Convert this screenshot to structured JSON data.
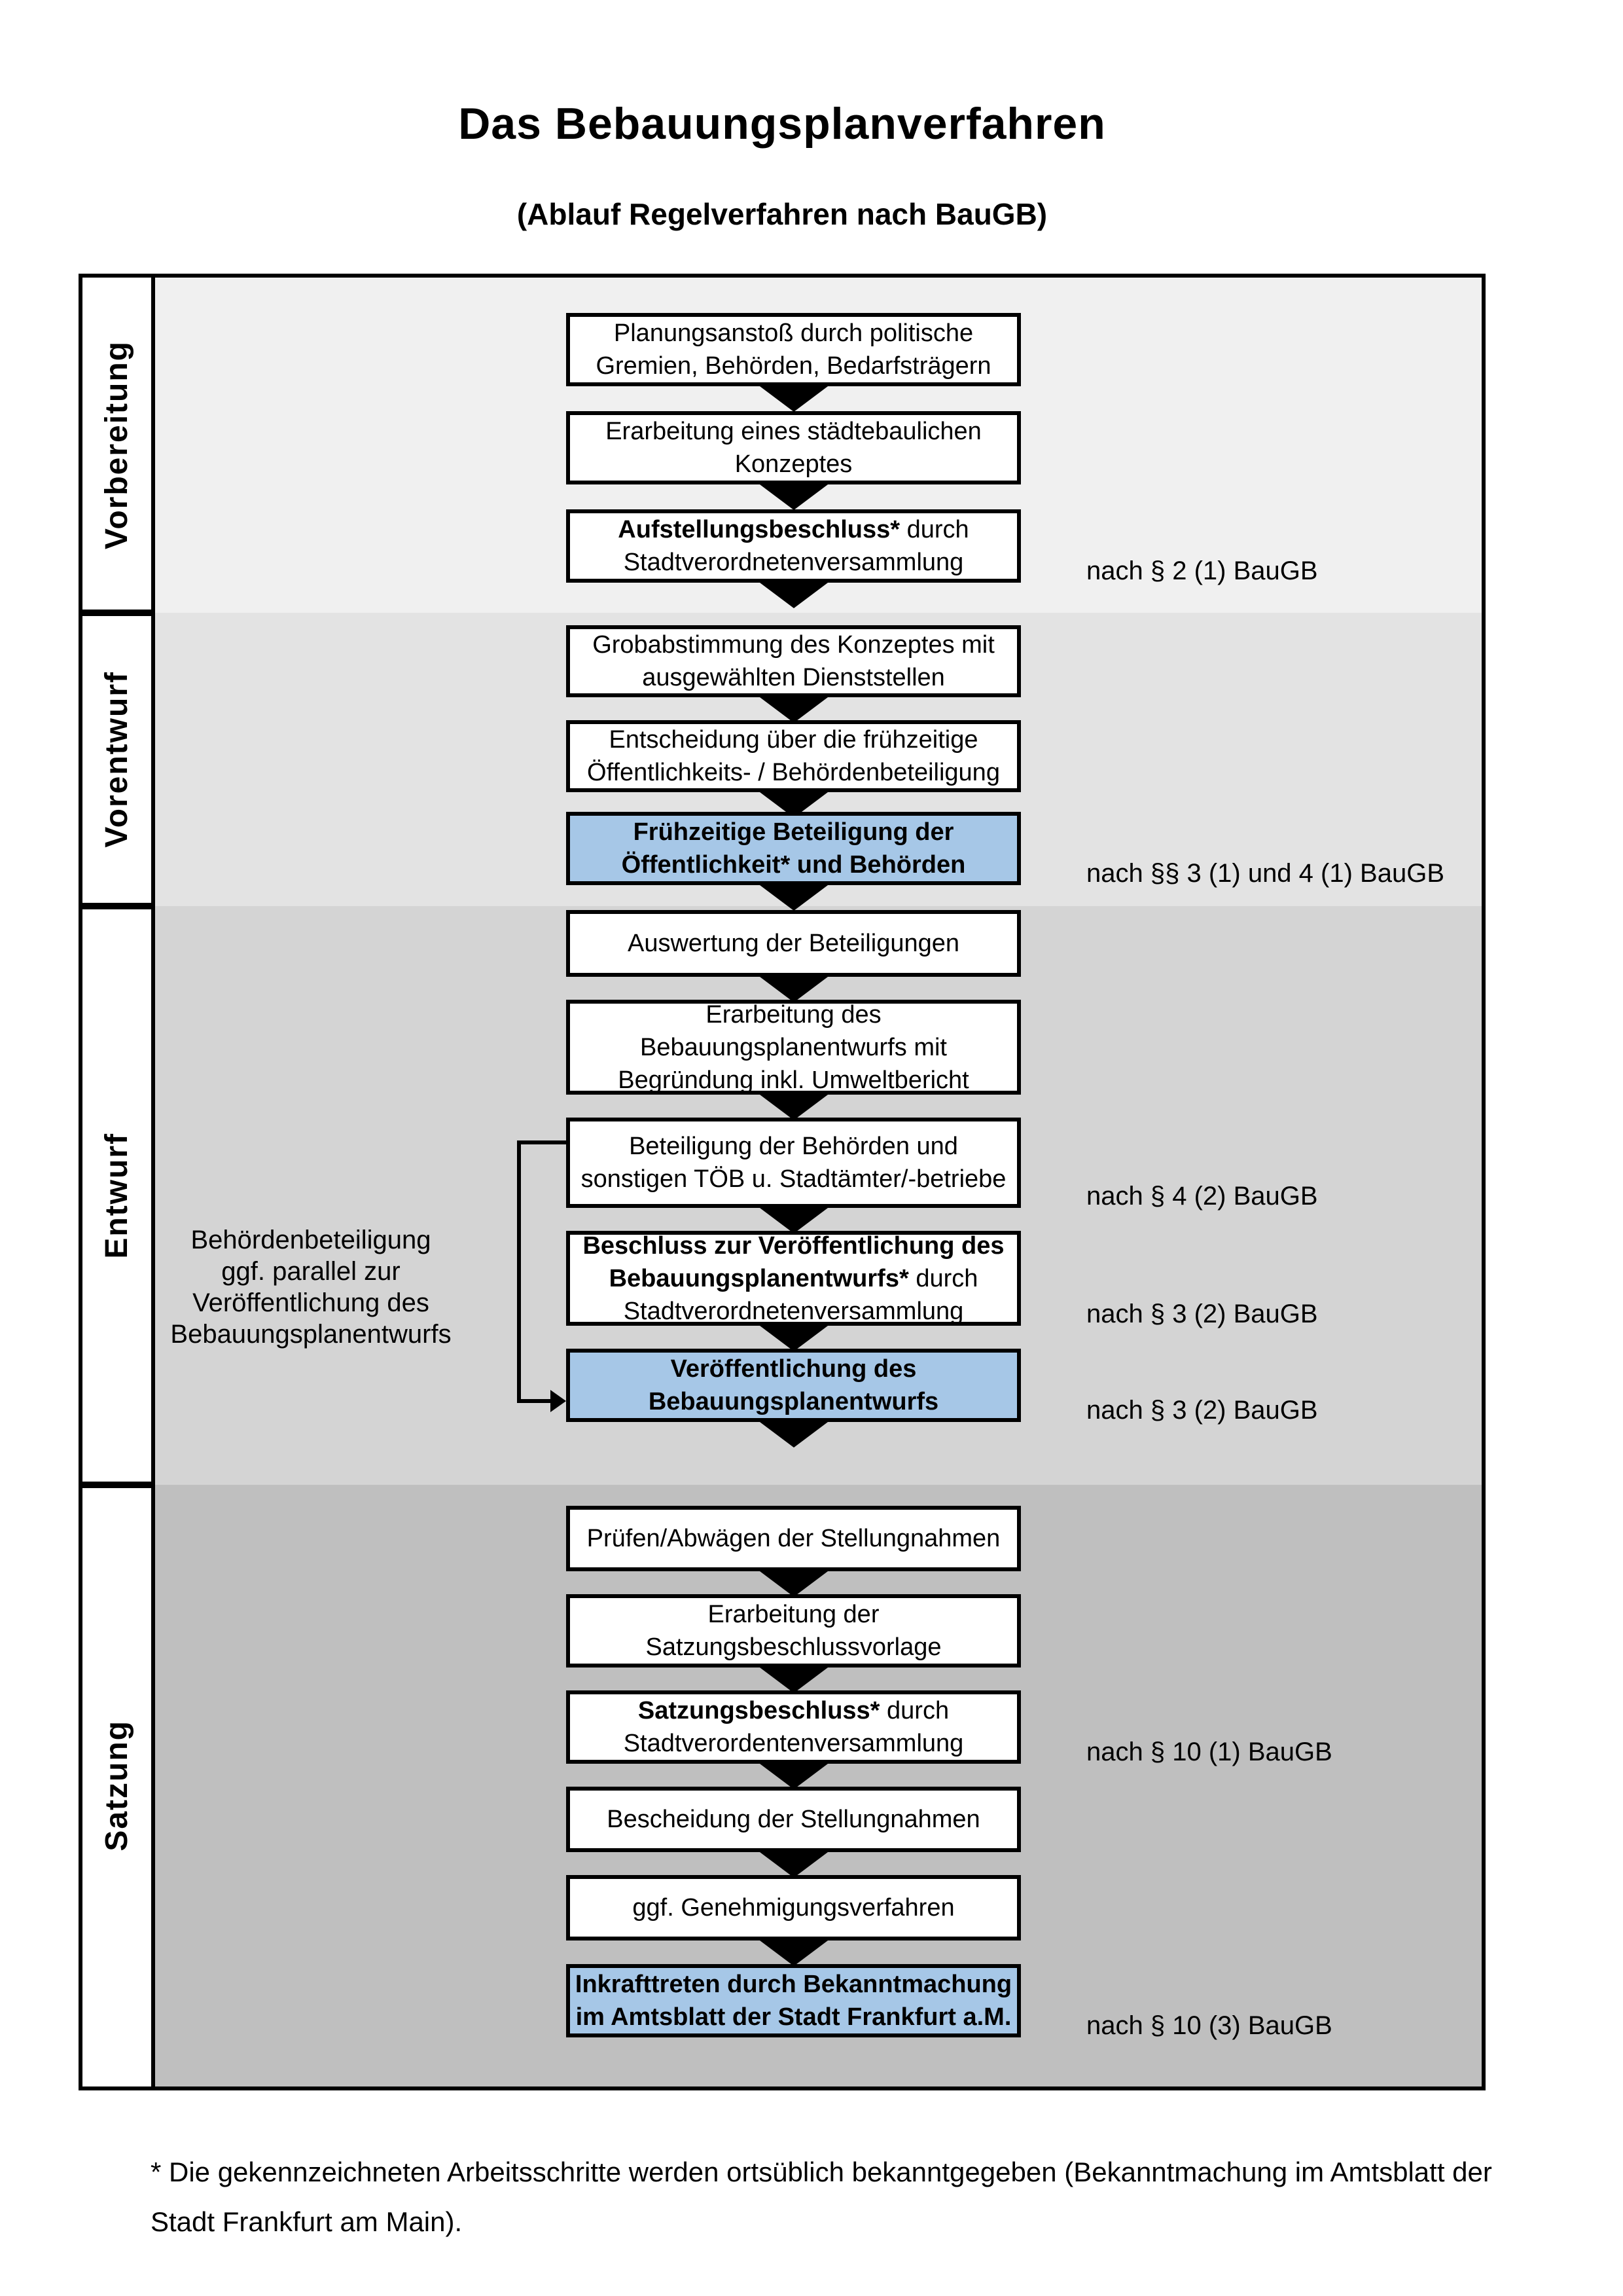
{
  "title": "Das Bebauungsplanverfahren",
  "subtitle": "(Ablauf Regelverfahren nach BauGB)",
  "footnote": "* Die gekennzeichneten Arbeitsschritte werden ortsüblich bekanntgegeben (Bekanntmachung im Amtsblatt  der Stadt Frankfurt am Main).",
  "colors": {
    "highlight_blue": "#a6c7e7",
    "phase1_bg": "#f0f0f0",
    "phase2_bg": "#e3e3e3",
    "phase3_bg": "#d4d4d4",
    "phase4_bg": "#bfbfbf",
    "line_black": "#000000"
  },
  "side_note": {
    "lines": [
      "Behördenbeteiligung",
      "ggf. parallel zur",
      "Veröffentlichung des",
      "Bebauungsplanentwurfs"
    ]
  },
  "phases": [
    {
      "label": "Vorbereitung",
      "steps": [
        {
          "id": "planungsanstoss",
          "highlight": false,
          "lines": [
            [
              {
                "text": "Planungsanstoß durch politische",
                "bold": false
              }
            ],
            [
              {
                "text": "Gremien, Behörden, Bedarfsträgern",
                "bold": false
              }
            ]
          ]
        },
        {
          "id": "staedtebauliches-konzept",
          "highlight": false,
          "lines": [
            [
              {
                "text": "Erarbeitung eines städtebaulichen",
                "bold": false
              }
            ],
            [
              {
                "text": "Konzeptes",
                "bold": false
              }
            ]
          ]
        },
        {
          "id": "aufstellungsbeschluss",
          "highlight": false,
          "note": "nach § 2 (1) BauGB",
          "lines": [
            [
              {
                "text": "Aufstellungsbeschluss*",
                "bold": true
              },
              {
                "text": " durch",
                "bold": false
              }
            ],
            [
              {
                "text": "Stadtverordnetenversammlung",
                "bold": false
              }
            ]
          ]
        }
      ]
    },
    {
      "label": "Vorentwurf",
      "steps": [
        {
          "id": "grobabstimmung",
          "highlight": false,
          "lines": [
            [
              {
                "text": "Grobabstimmung des Konzeptes mit",
                "bold": false
              }
            ],
            [
              {
                "text": "ausgewählten Dienststellen",
                "bold": false
              }
            ]
          ]
        },
        {
          "id": "entscheidung-fruehzeitige-beteiligung",
          "highlight": false,
          "lines": [
            [
              {
                "text": "Entscheidung über die frühzeitige",
                "bold": false
              }
            ],
            [
              {
                "text": "Öffentlichkeits- / Behördenbeteiligung",
                "bold": false
              }
            ]
          ]
        },
        {
          "id": "fruehzeitige-beteiligung",
          "highlight": true,
          "note": "nach §§ 3 (1) und 4 (1) BauGB",
          "lines": [
            [
              {
                "text": "Frühzeitige Beteiligung der",
                "bold": true
              }
            ],
            [
              {
                "text": "Öffentlichkeit* und Behörden",
                "bold": true
              }
            ]
          ]
        }
      ]
    },
    {
      "label": "Entwurf",
      "steps": [
        {
          "id": "auswertung-beteiligungen",
          "highlight": false,
          "lines": [
            [
              {
                "text": "Auswertung der Beteiligungen",
                "bold": false
              }
            ]
          ]
        },
        {
          "id": "erarbeitung-bebauungsplanentwurf",
          "highlight": false,
          "lines": [
            [
              {
                "text": "Erarbeitung des",
                "bold": false
              }
            ],
            [
              {
                "text": "Bebauungsplanentwurfs mit",
                "bold": false
              }
            ],
            [
              {
                "text": "Begründung inkl. Umweltbericht",
                "bold": false
              }
            ]
          ]
        },
        {
          "id": "beteiligung-behoerden-toeb",
          "highlight": false,
          "note": "nach § 4 (2) BauGB",
          "lines": [
            [
              {
                "text": "Beteiligung der Behörden und",
                "bold": false
              }
            ],
            [
              {
                "text": "sonstigen TÖB u. Stadtämter/-betriebe",
                "bold": false
              }
            ]
          ]
        },
        {
          "id": "beschluss-veroeffentlichung",
          "highlight": false,
          "note": "nach § 3 (2) BauGB",
          "lines": [
            [
              {
                "text": "Beschluss zur Veröffentlichung des",
                "bold": true
              }
            ],
            [
              {
                "text": "Bebauungsplanentwurfs*",
                "bold": true
              },
              {
                "text": " durch",
                "bold": false
              }
            ],
            [
              {
                "text": "Stadtverordnetenversammlung",
                "bold": false
              }
            ]
          ]
        },
        {
          "id": "veroeffentlichung-entwurf",
          "highlight": true,
          "note": "nach § 3 (2) BauGB",
          "lines": [
            [
              {
                "text": "Veröffentlichung des",
                "bold": true
              }
            ],
            [
              {
                "text": "Bebauungsplanentwurfs",
                "bold": true
              }
            ]
          ]
        }
      ]
    },
    {
      "label": "Satzung",
      "steps": [
        {
          "id": "pruefen-abwaegen",
          "highlight": false,
          "lines": [
            [
              {
                "text": "Prüfen/Abwägen der Stellungnahmen",
                "bold": false
              }
            ]
          ]
        },
        {
          "id": "satzungsbeschlussvorlage",
          "highlight": false,
          "lines": [
            [
              {
                "text": "Erarbeitung der",
                "bold": false
              }
            ],
            [
              {
                "text": "Satzungsbeschlussvorlage",
                "bold": false
              }
            ]
          ]
        },
        {
          "id": "satzungsbeschluss",
          "highlight": false,
          "note": "nach § 10 (1) BauGB",
          "lines": [
            [
              {
                "text": "Satzungsbeschluss*",
                "bold": true
              },
              {
                "text": " durch",
                "bold": false
              }
            ],
            [
              {
                "text": "Stadtverordentenversammlung",
                "bold": false
              }
            ]
          ]
        },
        {
          "id": "bescheidung-stellungnahmen",
          "highlight": false,
          "lines": [
            [
              {
                "text": "Bescheidung der Stellungnahmen",
                "bold": false
              }
            ]
          ]
        },
        {
          "id": "genehmigungsverfahren",
          "highlight": false,
          "lines": [
            [
              {
                "text": "ggf. Genehmigungsverfahren",
                "bold": false
              }
            ]
          ]
        },
        {
          "id": "inkrafttreten",
          "highlight": true,
          "note": "nach § 10 (3) BauGB",
          "lines": [
            [
              {
                "text": "Inkrafttreten",
                "bold": true
              },
              {
                "text": " durch Bekanntmachung",
                "bold": false
              }
            ],
            [
              {
                "text": "im Amtsblatt der Stadt Frankfurt a.M.",
                "bold": false
              }
            ]
          ]
        }
      ]
    }
  ]
}
